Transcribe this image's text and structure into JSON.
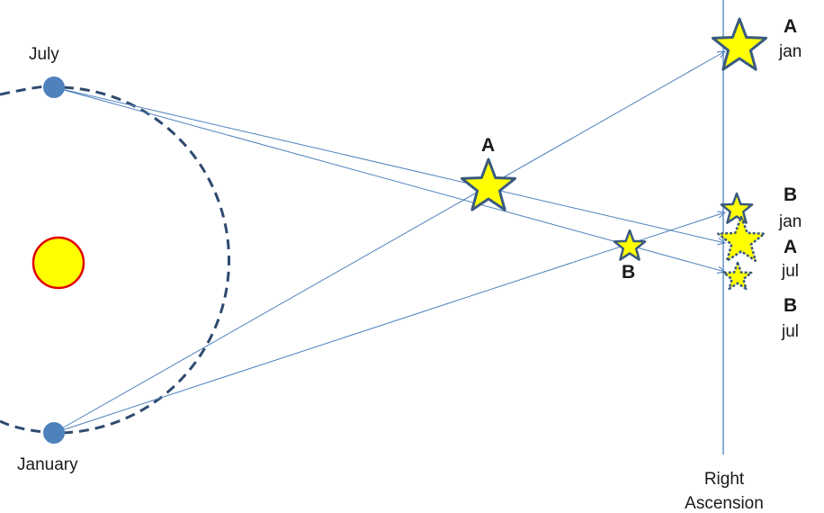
{
  "earth_positions": {
    "july": "July",
    "january": "January"
  },
  "nearby_stars": {
    "a": "A",
    "b": "B"
  },
  "projections": {
    "a_jan": {
      "star": "A",
      "month": "jan"
    },
    "b_jan": {
      "star": "B",
      "month": "jan"
    },
    "a_jul": {
      "star": "A",
      "month": "jul"
    },
    "b_jul": {
      "star": "B",
      "month": "jul"
    }
  },
  "axis": {
    "line1": "Right",
    "line2": "Ascension"
  },
  "colors": {
    "sun_fill": "#ffff00",
    "sun_stroke": "#e00000",
    "earth": "#4f81bd",
    "orbit": "#2e4a6e",
    "sight_line": "#4f81bd",
    "star_fill": "#ffff00",
    "star_stroke": "#3a5a80"
  }
}
